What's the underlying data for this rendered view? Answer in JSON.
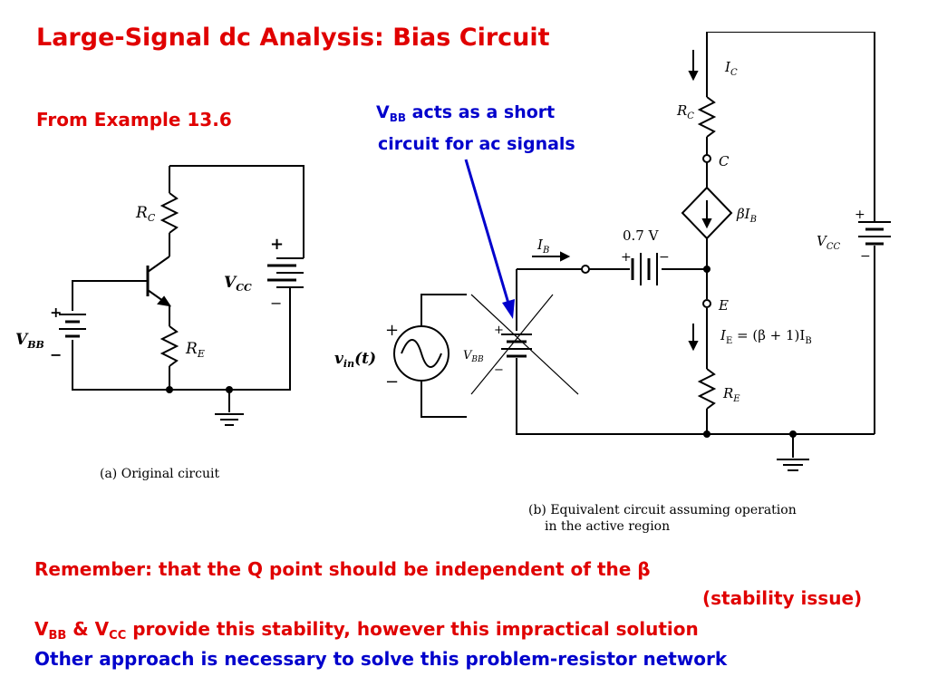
{
  "title": "Large-Signal dc Analysis: Bias Circuit",
  "subtitle": "From Example 13.6",
  "note": {
    "line1_V": "V",
    "line1_sub": "BB",
    "line1_rest": " acts as a short",
    "line2": "circuit for ac signals"
  },
  "circuit_a": {
    "RC": "R",
    "RC_sub": "C",
    "RE": "R",
    "RE_sub": "E",
    "VCC": "V",
    "VCC_sub": "CC",
    "VBB": "V",
    "VBB_sub": "BB",
    "plus": "+",
    "minus": "−",
    "caption": "(a) Original circuit"
  },
  "circuit_b": {
    "IC": "I",
    "IC_sub": "C",
    "RC": "R",
    "RC_sub": "C",
    "C": "C",
    "betaIB": "βI",
    "betaIB_sub": "B",
    "VCC": "V",
    "VCC_sub": "CC",
    "IB": "I",
    "IB_sub": "B",
    "v07": "0.7 V",
    "E": "E",
    "IE_eq": "I",
    "IE_eq_sub": "E",
    "IE_eq_rest": " = (β + 1)I",
    "IE_eq_rest_sub": "B",
    "RE": "R",
    "RE_sub": "E",
    "vin": "v",
    "vin_sub": "in",
    "vin_rest": "(t)",
    "VBB": "V",
    "VBB_sub": "BB",
    "plus": "+",
    "minus": "−",
    "caption_line1": "(b) Equivalent circuit assuming operation",
    "caption_line2": "in the active region"
  },
  "body": {
    "remember": "Remember: that the Q point should be independent of the β",
    "stability": "(stability issue)",
    "line3_a": "V",
    "line3_a_sub": "BB",
    "line3_b": " & V",
    "line3_b_sub": "CC",
    "line3_c": " provide this stability, however this impractical solution",
    "line4": "Other approach is necessary to solve this problem-resistor network"
  },
  "colors": {
    "red": "#e00000",
    "blue": "#0000cc",
    "wire": "#000000"
  }
}
